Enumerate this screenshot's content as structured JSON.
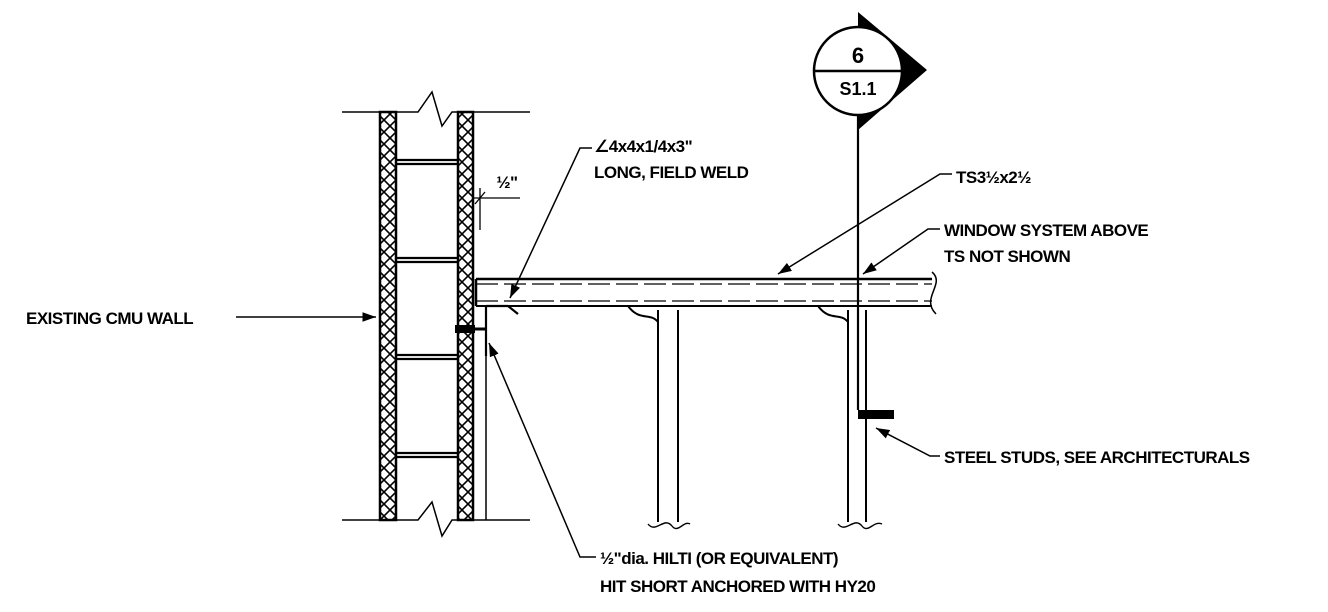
{
  "section_marker": {
    "number": "6",
    "sheet": "S1.1"
  },
  "labels": {
    "existing_wall": "EXISTING CMU WALL",
    "angle_line1": "∠4x4x1/4x3\"",
    "angle_line2": "LONG, FIELD WELD",
    "tube_steel": "TS3½x2½",
    "window_line1": "WINDOW SYSTEM ABOVE",
    "window_line2": "TS NOT SHOWN",
    "studs": "STEEL STUDS, SEE ARCHITECTURALS",
    "anchor_line1": "½\"dia. HILTI (OR EQUIVALENT)",
    "anchor_line2": "HIT SHORT ANCHORED WITH HY20"
  },
  "dimensions": {
    "gap": "½\""
  }
}
